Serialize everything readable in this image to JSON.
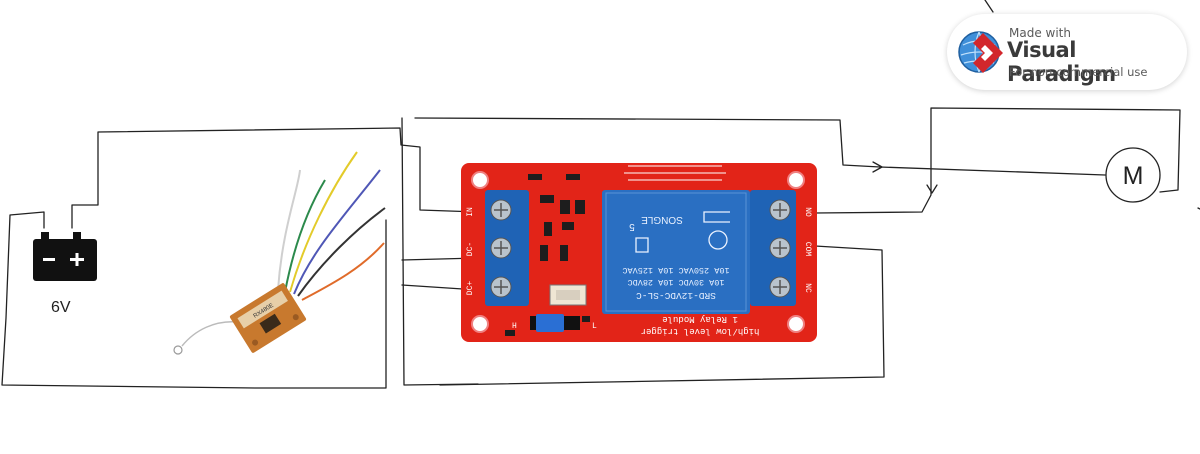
{
  "diagram": {
    "battery_voltage": "6V",
    "motor_label": "M",
    "relay": {
      "left_terminals": [
        "IN",
        "DC-",
        "DC+"
      ],
      "right_terminals": [
        "NO",
        "COM",
        "NC"
      ],
      "relay_brand": "SONGLE",
      "relay_lines": [
        "10A 250VAC  10A 125VAC",
        "10A 30VDC  10A 28VDC",
        "SRD-12VDC-SL-C"
      ],
      "relay_number": "5",
      "module_lines": [
        "1 Relay   Module",
        "high/low level trigger"
      ],
      "jumper_labels": [
        "H",
        "L"
      ]
    },
    "receiver_chip": "RX480E"
  },
  "watermark": {
    "made_with": "Made with",
    "brand": "Visual Paradigm",
    "note": "For non-commercial use"
  },
  "colors": {
    "wire": "#222222",
    "board": "#e22418",
    "relay_body": "#2a6fc2",
    "terminal": "#1f63b5",
    "receiver_board": "#c8792e"
  }
}
